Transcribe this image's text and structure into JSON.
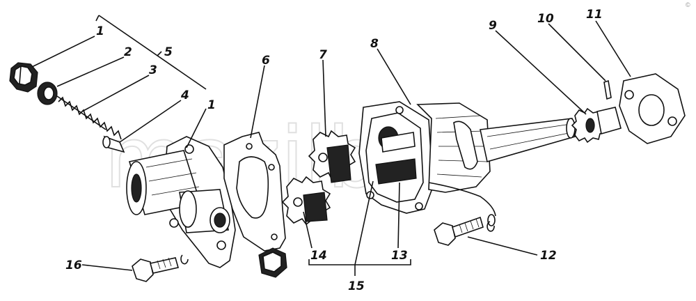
{
  "watermark": "mazilby",
  "corner_mark": "©",
  "labels": {
    "l1": "1",
    "l2": "2",
    "l3": "3",
    "l4": "4",
    "l5": "5",
    "l1b": "1",
    "l6": "6",
    "l7": "7",
    "l8": "8",
    "l9": "9",
    "l10": "10",
    "l11": "11",
    "l12": "12",
    "l13": "13",
    "l14": "14",
    "l15": "15",
    "l16": "16"
  }
}
